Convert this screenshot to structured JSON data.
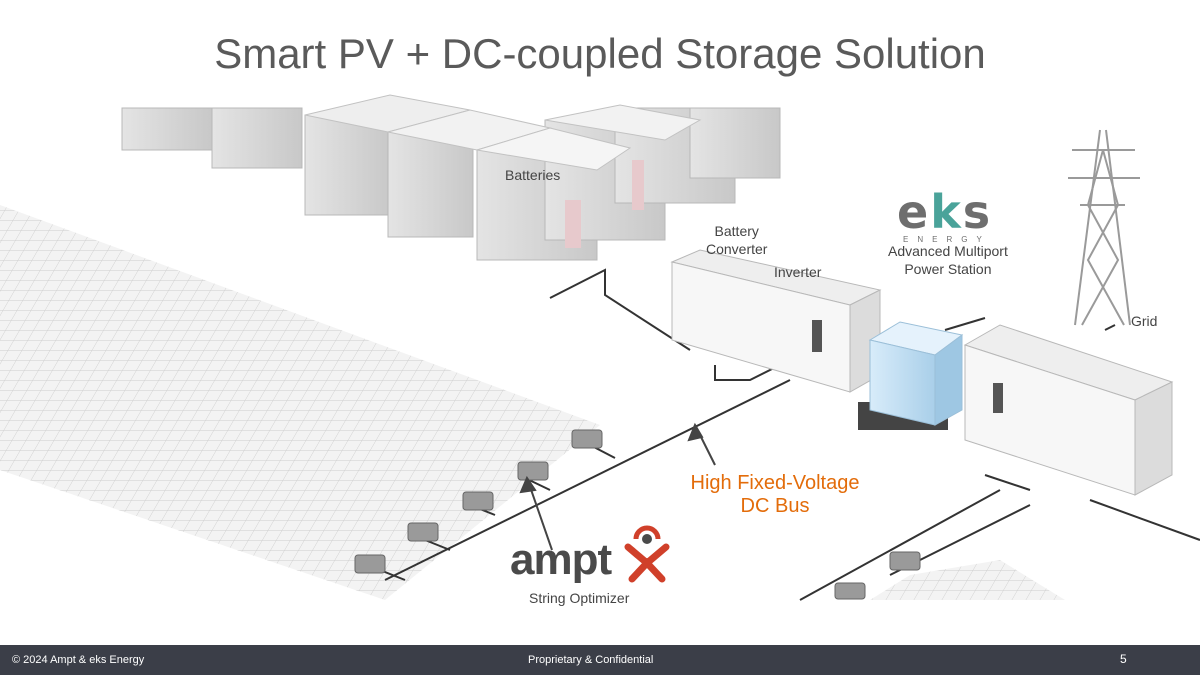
{
  "slide": {
    "title": "Smart PV + DC-coupled Storage Solution"
  },
  "labels": {
    "batteries": "Batteries",
    "battery_converter": "Battery\nConverter",
    "inverter": "Inverter",
    "eks_caption": "Advanced Multiport\nPower Station",
    "grid": "Grid",
    "dc_bus": "High Fixed-Voltage\nDC Bus",
    "string_optimizer": "String Optimizer"
  },
  "logos": {
    "eks": {
      "text": "eks",
      "subtext": "ENERGY"
    },
    "ampt": {
      "text": "ampt"
    }
  },
  "footer": {
    "copyright": "© 2024 Ampt & eks Energy",
    "confidential": "Proprietary & Confidential",
    "page_number": "5"
  },
  "colors": {
    "accent_orange": "#e36c0a",
    "footer_bg": "#3b3e48",
    "eks_teal": "#4aa39a",
    "ampt_red": "#d0402a"
  }
}
